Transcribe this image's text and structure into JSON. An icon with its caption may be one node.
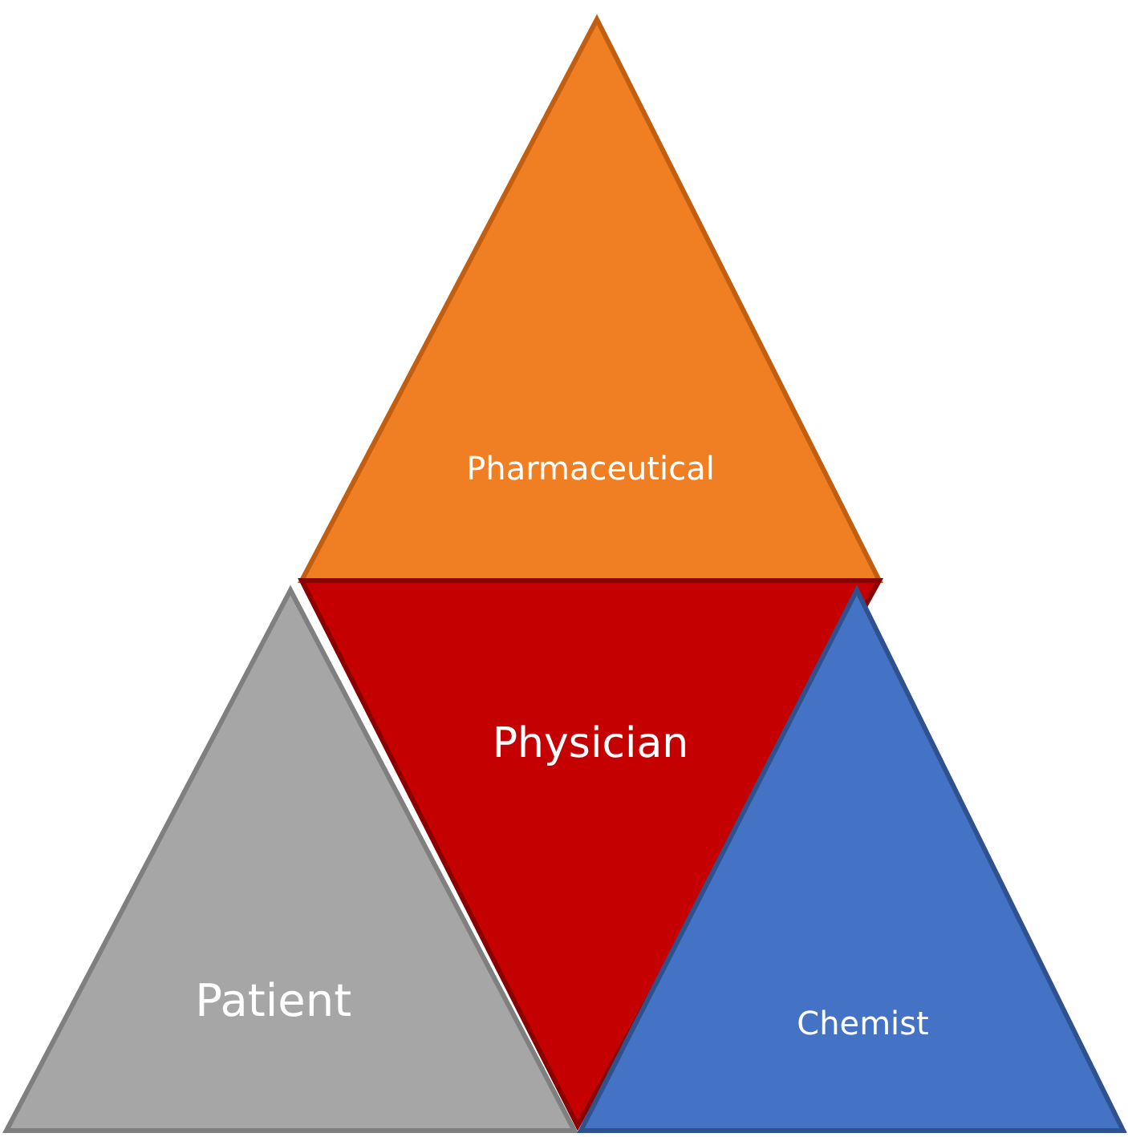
{
  "diagram": {
    "nodes": [
      {
        "text": [
          "Pharmaceutical"
        ]
      },
      {
        "text": [
          "Physician"
        ]
      },
      {
        "text": [
          "Patient"
        ]
      },
      {
        "text": [
          "Chemist"
        ]
      }
    ]
  }
}
